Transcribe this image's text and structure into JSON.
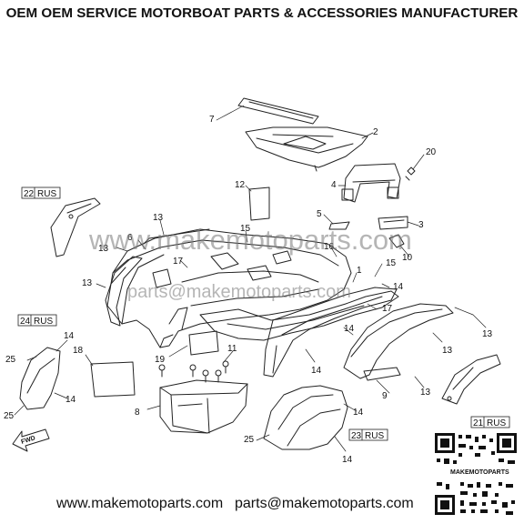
{
  "header": {
    "title": "OEM OEM SERVICE MOTORBOAT PARTS & ACCESSORIES MANUFACTURER"
  },
  "footer": {
    "website": "www.makemotoparts.com",
    "email": "parts@makemotoparts.com"
  },
  "watermark": {
    "main": "www.makemotoparts.com",
    "secondary": "parts@makemotoparts.com"
  },
  "qr": {
    "label": "MAKEMOTOPARTS"
  },
  "callouts": {
    "c1": "1",
    "c2": "2",
    "c3": "3",
    "c4": "4",
    "c5": "5",
    "c6": "6",
    "c7": "7",
    "c8": "8",
    "c9": "9",
    "c10": "10",
    "c11": "11",
    "c12": "12",
    "c13": "13",
    "c14": "14",
    "c15": "15",
    "c16": "16",
    "c17": "17",
    "c18": "18",
    "c19": "19",
    "c20": "20",
    "c25": "25"
  },
  "ref_boxes": {
    "b21": {
      "num": "21",
      "tag": "RUS"
    },
    "b22": {
      "num": "22",
      "tag": "RUS"
    },
    "b23": {
      "num": "23",
      "tag": "RUS"
    },
    "b24": {
      "num": "24",
      "tag": "RUS"
    }
  },
  "direction_marker": "FWD",
  "colors": {
    "line": "#222222",
    "watermark": "#8a8a8a",
    "text": "#111111"
  }
}
